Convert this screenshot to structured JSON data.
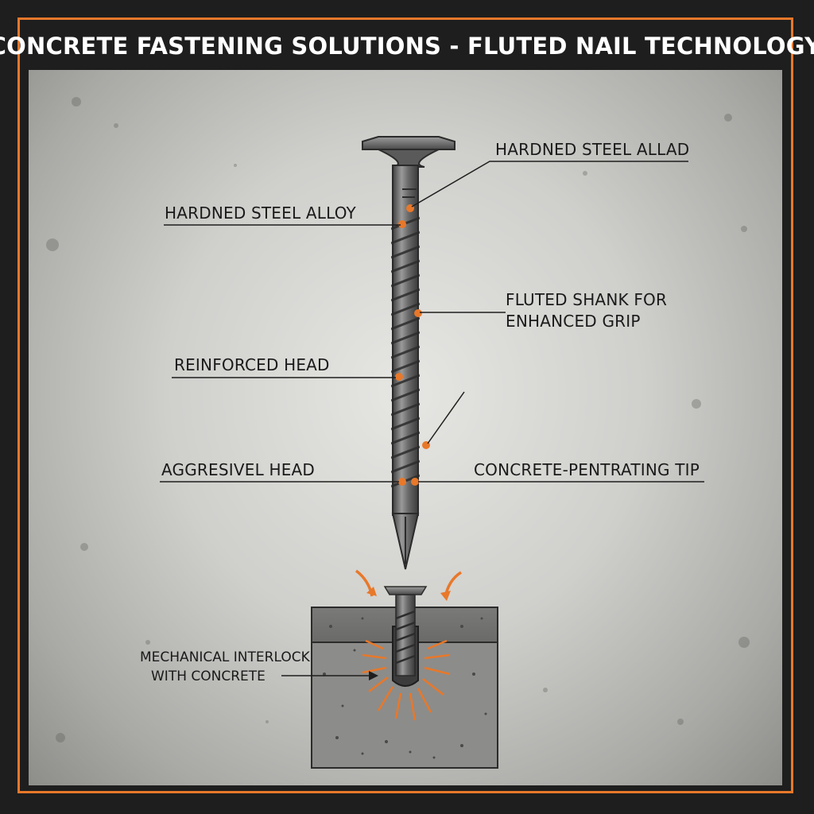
{
  "title": "CONCRETE FASTENING SOLUTIONS - FLUTED NAIL TECHNOLOGY",
  "labels": {
    "hardened_steel_allad": "HARDNED STEEL ALLAD",
    "hardened_steel_alloy": "HARDNED STEEL ALLOY",
    "fluted_shank_line1": "FLUTED SHANK FOR",
    "fluted_shank_line2": "ENHANCED GRIP",
    "reinforced_head": "REINFORCED HEAD",
    "aggressive_head": "AGGRESIVEL HEAD",
    "concrete_tip": "CONCRETE-PENTRATING TIP",
    "interlock_line1": "MECHANICAL INTERLOCK",
    "interlock_line2": "WITH CONCRETE"
  },
  "colors": {
    "accent": "#e8782a",
    "frame_background": "#1e1e1e",
    "steel": "#6e6e6e",
    "concrete": "#8a8a88"
  }
}
